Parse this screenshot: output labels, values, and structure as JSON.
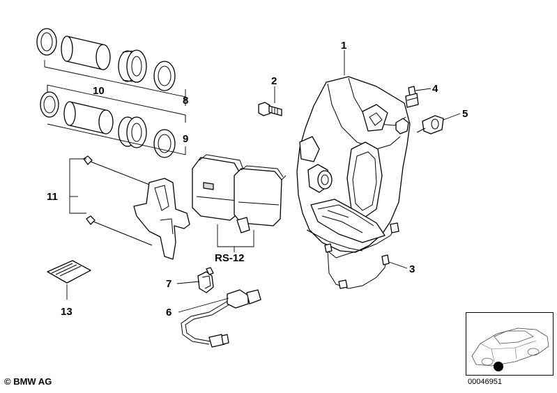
{
  "callouts": {
    "c1": "1",
    "c2": "2",
    "c3": "3",
    "c4": "4",
    "c5": "5",
    "c6": "6",
    "c7": "7",
    "c8": "8",
    "c9": "9",
    "c10": "10",
    "c11": "11",
    "c13": "13",
    "rs12": "RS-12"
  },
  "footer": {
    "brand": "© BMW AG",
    "document_number": "00046951"
  }
}
